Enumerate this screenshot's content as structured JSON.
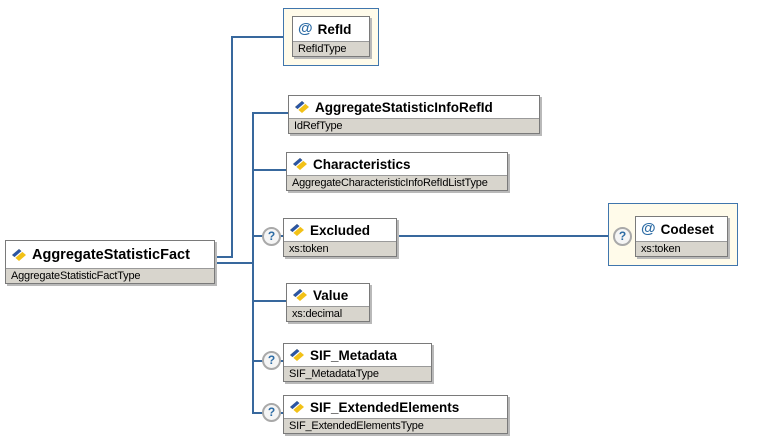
{
  "at_symbol": "@",
  "optional_symbol": "?",
  "colors": {
    "connector": "#38689d",
    "band_gray": "#d8d5cd",
    "container_cream": "#fffbea",
    "container_border_blue": "#4076ad",
    "icon_blue": "#2b55a4",
    "icon_yellow": "#f2c117",
    "at_blue": "#2d6ca5"
  },
  "nodes": {
    "root": {
      "label": "AggregateStatisticFact",
      "type": "AggregateStatisticFactType"
    },
    "refid": {
      "label": "RefId",
      "type": "RefIdType"
    },
    "agg_info": {
      "label": "AggregateStatisticInfoRefId",
      "type": "IdRefType"
    },
    "characteristics": {
      "label": "Characteristics",
      "type": "AggregateCharacteristicInfoRefIdListType"
    },
    "excluded": {
      "label": "Excluded",
      "type": "xs:token"
    },
    "codeset": {
      "label": "Codeset",
      "type": "xs:token"
    },
    "value": {
      "label": "Value",
      "type": "xs:decimal"
    },
    "sif_metadata": {
      "label": "SIF_Metadata",
      "type": "SIF_MetadataType"
    },
    "sif_extended": {
      "label": "SIF_ExtendedElements",
      "type": "SIF_ExtendedElementsType"
    }
  }
}
